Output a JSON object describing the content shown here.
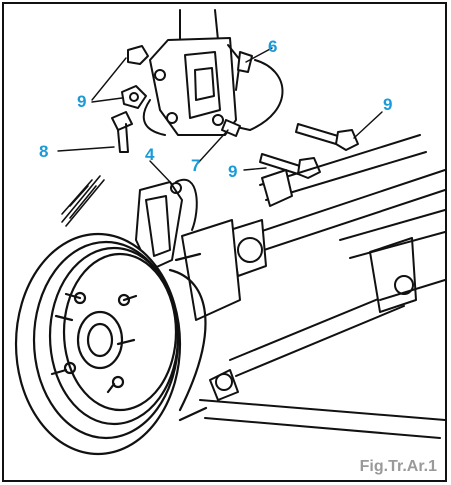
{
  "figure": {
    "caption": "Fig.Tr.Ar.1",
    "callouts": [
      {
        "key": "c6",
        "text": "6"
      },
      {
        "key": "c9a",
        "text": "9"
      },
      {
        "key": "c9b",
        "text": "9"
      },
      {
        "key": "c8",
        "text": "8"
      },
      {
        "key": "c4",
        "text": "4"
      },
      {
        "key": "c7",
        "text": "7"
      },
      {
        "key": "c9c",
        "text": "9"
      }
    ]
  },
  "colors": {
    "callout": "#1a9bd7",
    "caption": "#9a9a9a",
    "ink": "#111111"
  }
}
